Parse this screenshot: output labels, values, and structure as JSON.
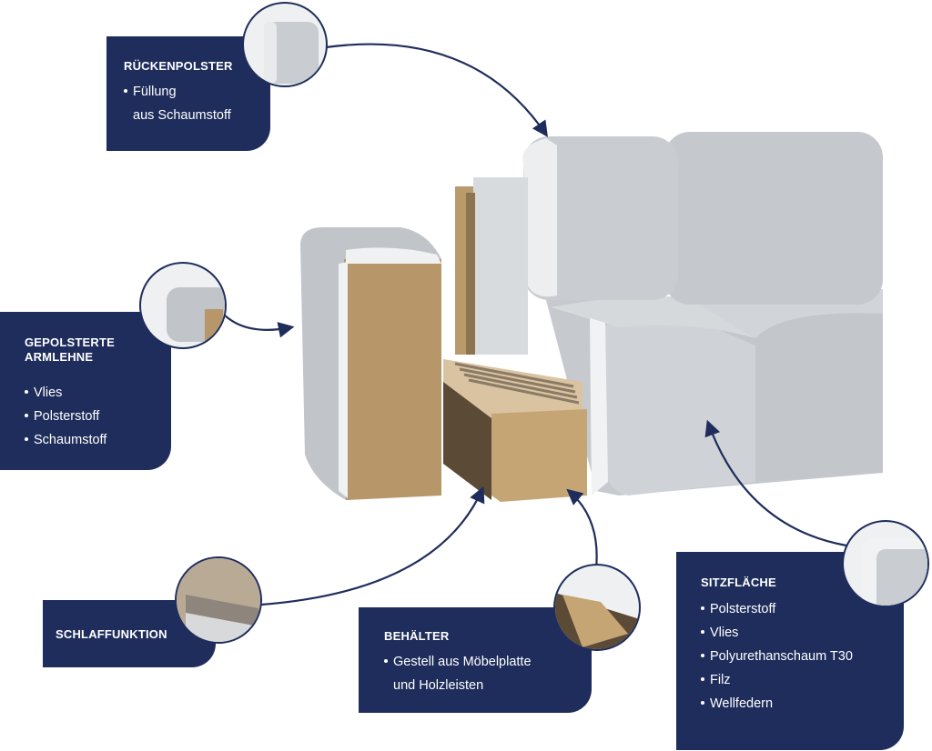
{
  "colors": {
    "navy": "#1f2d5c",
    "fabric": "#c9cdd1",
    "fabric_dark": "#a9aeb3",
    "board": "#b99a6d",
    "white": "#ffffff"
  },
  "callouts": {
    "back_cushion": {
      "title": "RÜCKENPOLSTER",
      "items": [
        "Füllung",
        "aus Schaumstoff"
      ]
    },
    "armrest": {
      "title": "GEPOLSTERTE ARMLEHNE",
      "items": [
        "Vlies",
        "Polsterstoff",
        "Schaumstoff"
      ]
    },
    "sleep": {
      "title": "SCHLAFFUNKTION",
      "items": []
    },
    "container": {
      "title": "BEHÄLTER",
      "items": [
        "Gestell aus Möbelplatte",
        "und Holzleisten"
      ]
    },
    "seat": {
      "title": "SITZFLÄCHE",
      "items": [
        "Polsterstoff",
        "Vlies",
        "Polyurethanschaum T30",
        "Filz",
        "Wellfedern"
      ]
    }
  }
}
